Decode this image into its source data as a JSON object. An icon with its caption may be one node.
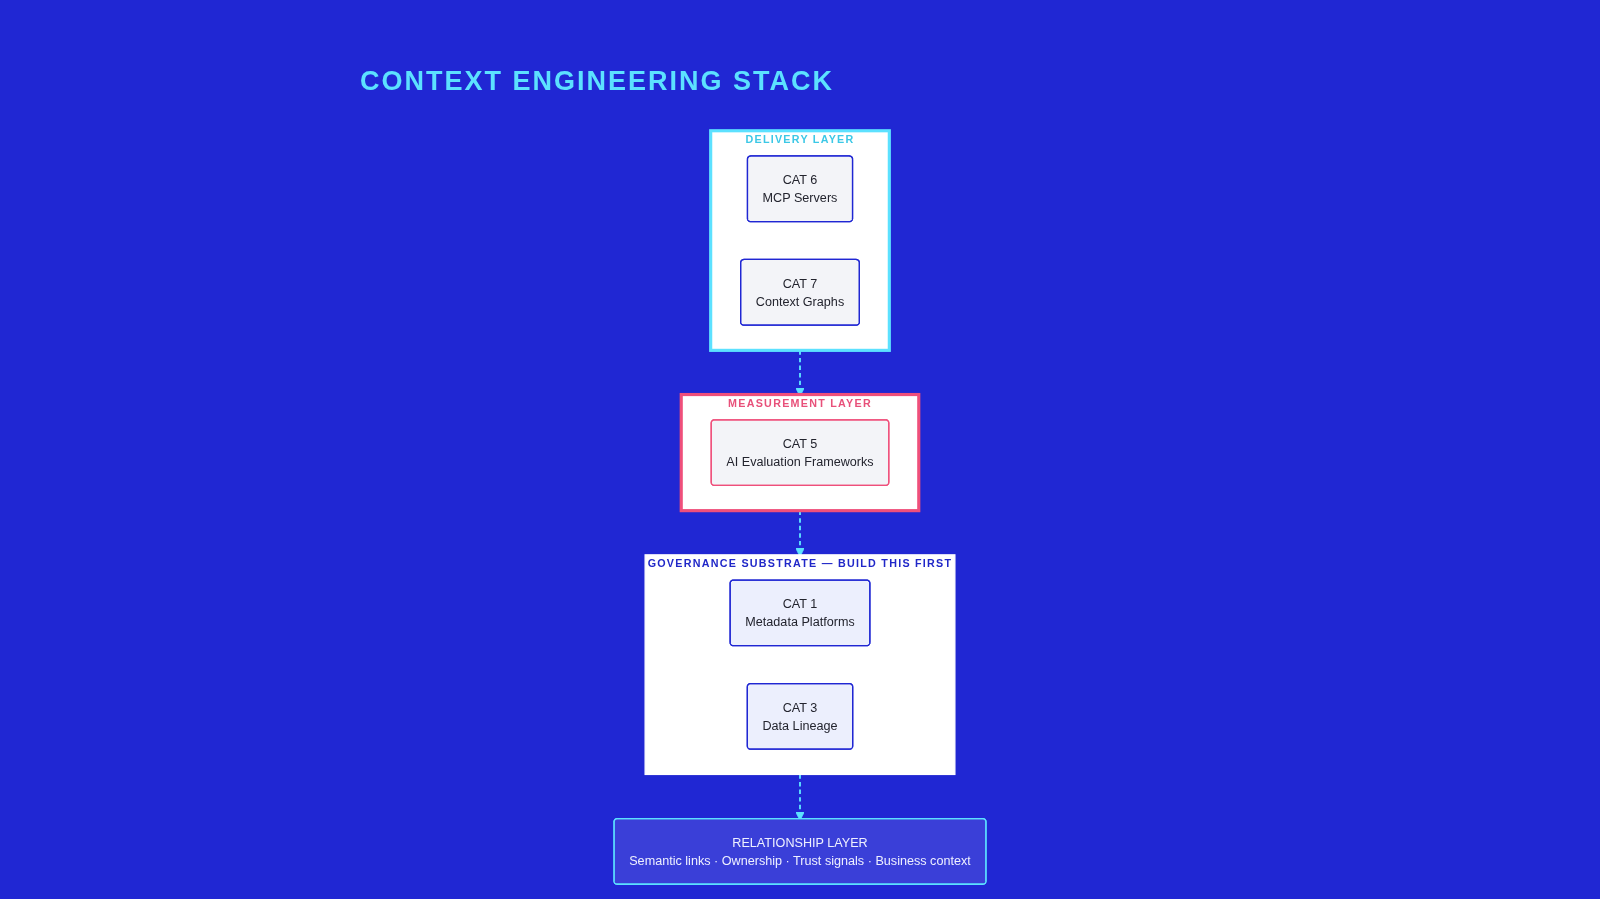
{
  "diagram": {
    "title": "CONTEXT ENGINEERING STACK",
    "nodes": [
      {
        "text": [
          "DELIVERY LAYER"
        ]
      },
      {
        "text": [
          "CAT 6",
          "MCP Servers"
        ],
        "in": 0
      },
      {
        "text": [
          "CAT 7",
          "Context Graphs"
        ],
        "in": 0
      },
      {
        "text": [
          "MEASUREMENT LAYER"
        ]
      },
      {
        "text": [
          "CAT 5",
          "AI Evaluation Frameworks"
        ],
        "in": 3
      },
      {
        "text": [
          "GOVERNANCE SUBSTRATE — BUILD THIS FIRST"
        ]
      },
      {
        "text": [
          "CAT 1",
          "Metadata Platforms"
        ],
        "in": 5
      },
      {
        "text": [
          "CAT 3",
          "Data Lineage"
        ],
        "in": 5
      },
      {
        "text": [
          "RELATIONSHIP LAYER",
          "Semantic links · Ownership · Trust signals · Business context"
        ]
      }
    ],
    "edges": [
      {
        "from": 0,
        "to": 3,
        "arrow": "to",
        "style": "dashed"
      },
      {
        "from": 3,
        "to": 5,
        "arrow": "to",
        "style": "dashed"
      },
      {
        "from": 5,
        "to": 8,
        "arrow": "to",
        "style": "dashed"
      }
    ]
  }
}
